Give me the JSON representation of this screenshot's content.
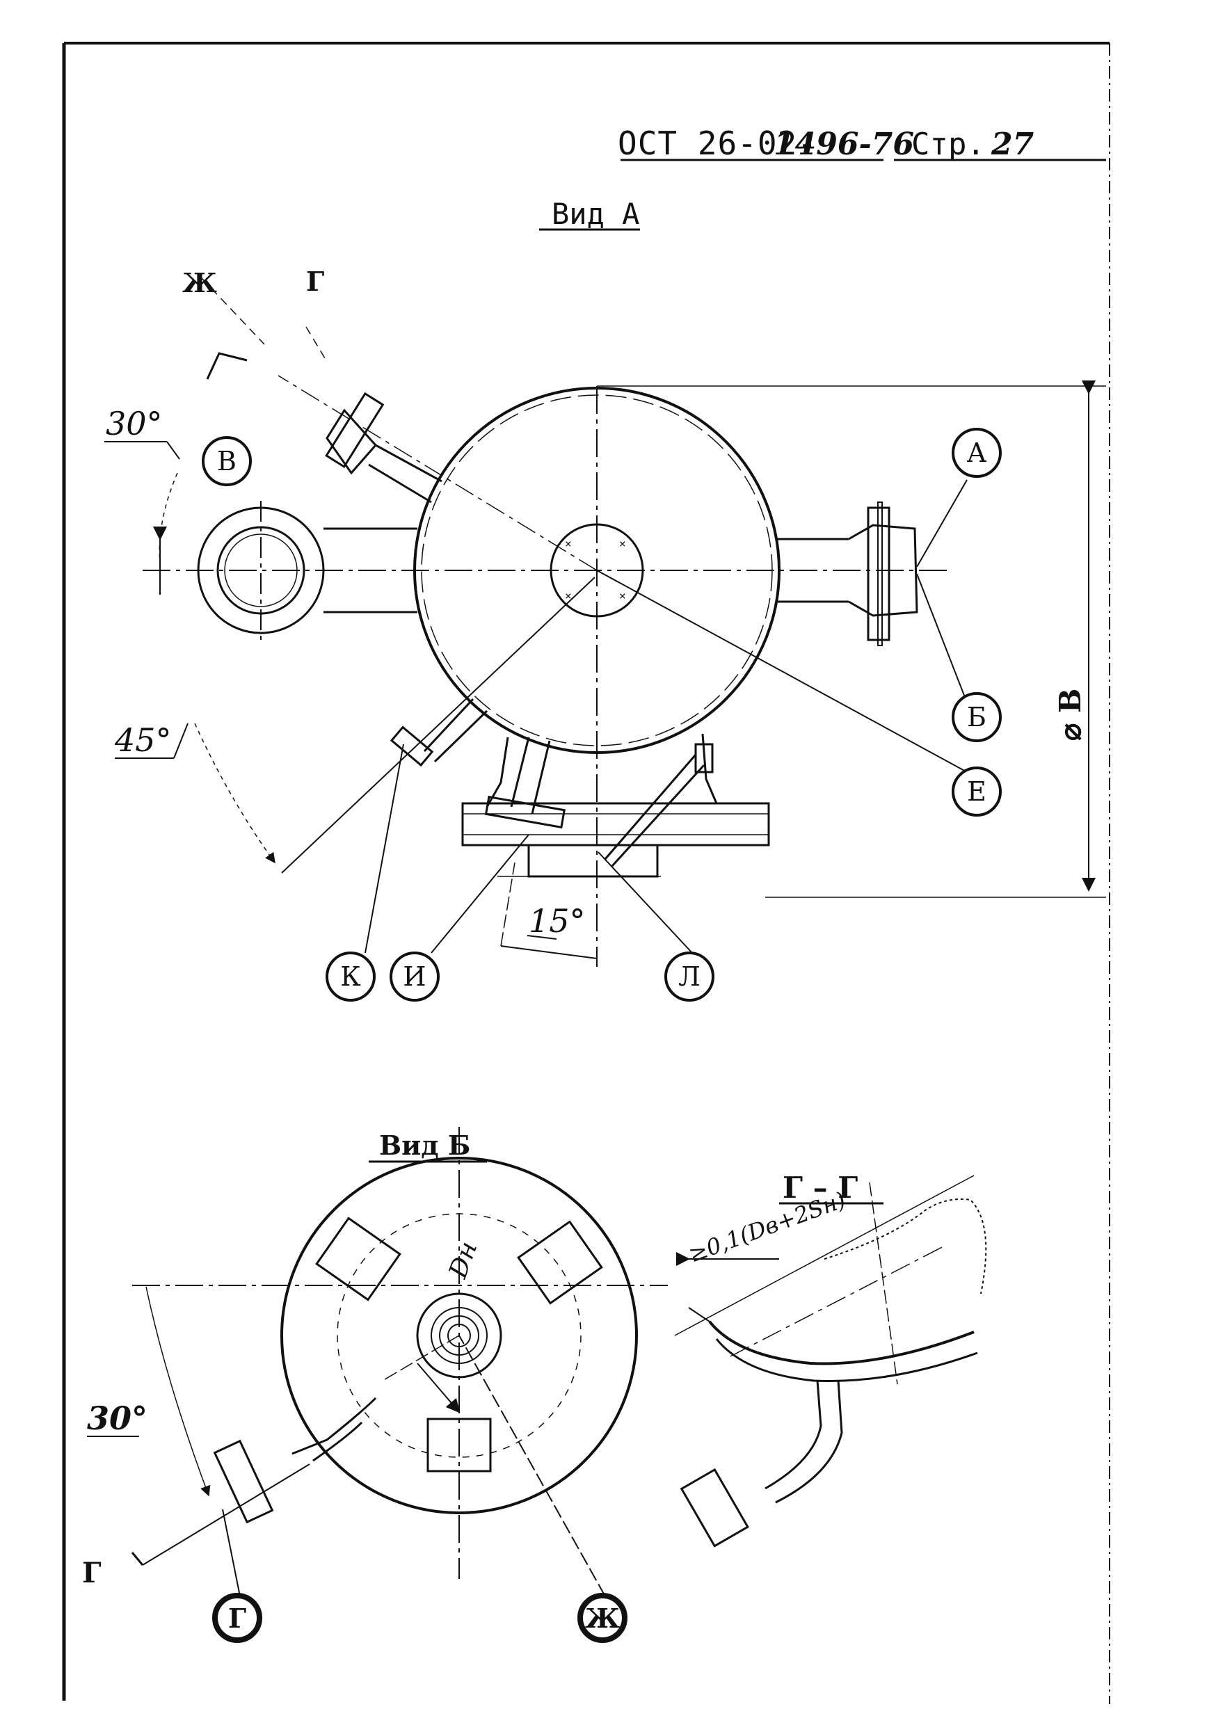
{
  "header": {
    "doc_prefix": "ОСТ 26-02-",
    "doc_number": "1496-76",
    "page_label": "Стр.",
    "page_number": "27"
  },
  "view_a": {
    "title": "Вид А",
    "angles": [
      "30°",
      "45°",
      "15°"
    ],
    "diameter_label": "⌀ В",
    "section_marks": [
      "Ж",
      "Г"
    ],
    "callouts": [
      "А",
      "Б",
      "В",
      "Е",
      "К",
      "И",
      "Л"
    ]
  },
  "view_b": {
    "title": "Вид Б",
    "angle": "30°",
    "section_mark": "Г",
    "dim_label": "Dн",
    "callouts": [
      "Г",
      "Ж"
    ]
  },
  "section_gg": {
    "title": "Г – Г",
    "dim_label": "≥0,1(Dв+2Sн)"
  }
}
